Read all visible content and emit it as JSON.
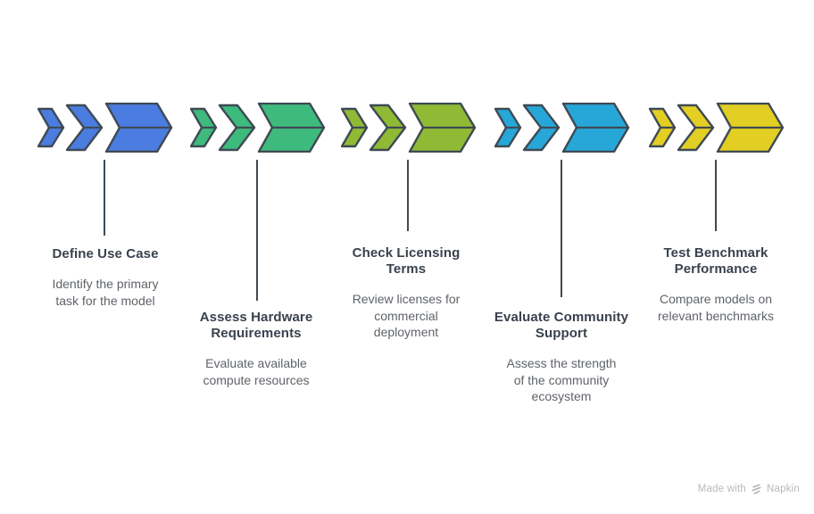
{
  "steps": [
    {
      "title": [
        "Define Use Case"
      ],
      "body": [
        "Identify the primary",
        "task for the model"
      ],
      "color": "#4b7ce0"
    },
    {
      "title": [
        "Assess Hardware",
        "Requirements"
      ],
      "body": [
        "Evaluate available",
        "compute resources"
      ],
      "color": "#3eba7d"
    },
    {
      "title": [
        "Check Licensing",
        "Terms"
      ],
      "body": [
        "Review licenses for",
        "commercial",
        "deployment"
      ],
      "color": "#90ba35"
    },
    {
      "title": [
        "Evaluate Community",
        "Support"
      ],
      "body": [
        "Assess the strength",
        "of the community",
        "ecosystem"
      ],
      "color": "#27a7d8"
    },
    {
      "title": [
        "Test Benchmark",
        "Performance"
      ],
      "body": [
        "Compare models on",
        "relevant benchmarks"
      ],
      "color": "#e3ce24"
    }
  ],
  "outline_color": "#3e4a54",
  "watermark": {
    "made_with": "Made with",
    "brand": "Napkin"
  }
}
